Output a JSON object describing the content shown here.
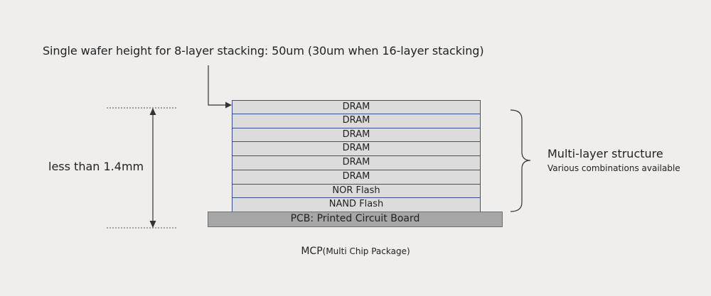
{
  "top_caption": "Single wafer height for 8-layer stacking: 50um (30um when 16-layer stacking)",
  "height_label": "less than 1.4mm",
  "layers": [
    "DRAM",
    "DRAM",
    "DRAM",
    "DRAM",
    "DRAM",
    "DRAM",
    "NOR Flash",
    "NAND Flash"
  ],
  "pcb_label": "PCB: Printed Circuit Board",
  "structure": {
    "title": "Multi-layer structure",
    "subtitle": "Various combinations available"
  },
  "package": {
    "abbr": "MCP",
    "full": "(Multi Chip Package)"
  },
  "colors": {
    "background": "#efeeed",
    "layer_fill": "#dcdcdc",
    "layer_border": "#3a4f8c",
    "pcb_fill": "#a6a6a6"
  }
}
